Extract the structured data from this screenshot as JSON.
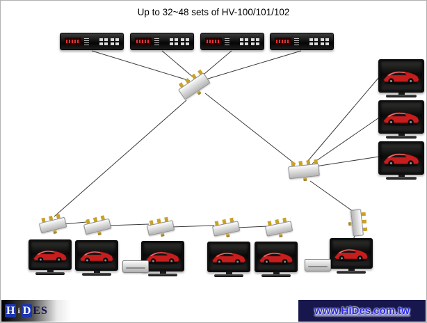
{
  "title": "Up to 32~48 sets of HV-100/101/102",
  "footer": {
    "logo": [
      "H",
      "i",
      "D",
      "E",
      "S"
    ],
    "website": "www.HiDes.com.tw"
  },
  "colors": {
    "brand-blue": "#1d35b0",
    "link-blue": "#2b2bee",
    "navy-bar": "#17174d",
    "car-red": "#c81d1d",
    "gold": "#c9a227",
    "line": "#3a3a3a"
  }
}
